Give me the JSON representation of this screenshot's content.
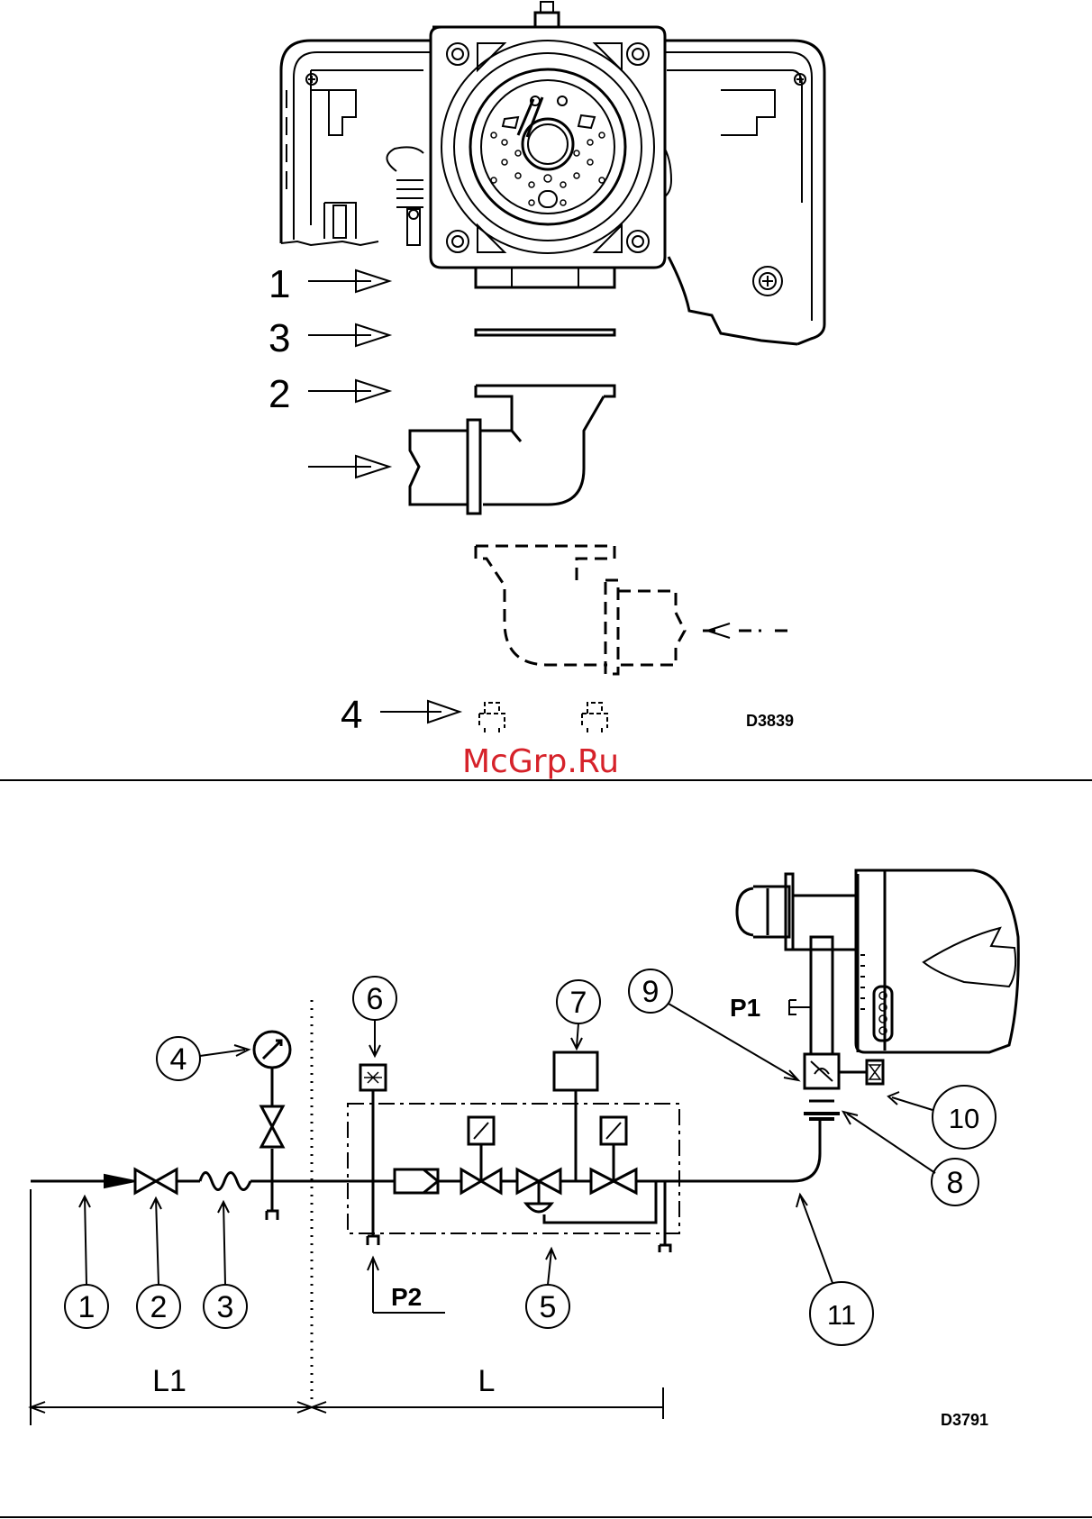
{
  "top_figure": {
    "code": "D3839",
    "arrow_labels": [
      "1",
      "3",
      "2",
      "4"
    ]
  },
  "watermark": "McGrp.Ru",
  "bottom_figure": {
    "code": "D3791",
    "callouts": [
      "1",
      "2",
      "3",
      "4",
      "5",
      "6",
      "7",
      "8",
      "9",
      "10",
      "11"
    ],
    "pressure_points": {
      "p1": "P1",
      "p2": "P2"
    },
    "dimensions": {
      "l1": "L1",
      "l": "L"
    }
  },
  "colors": {
    "line": "#000000",
    "watermark": "#d6222a"
  }
}
